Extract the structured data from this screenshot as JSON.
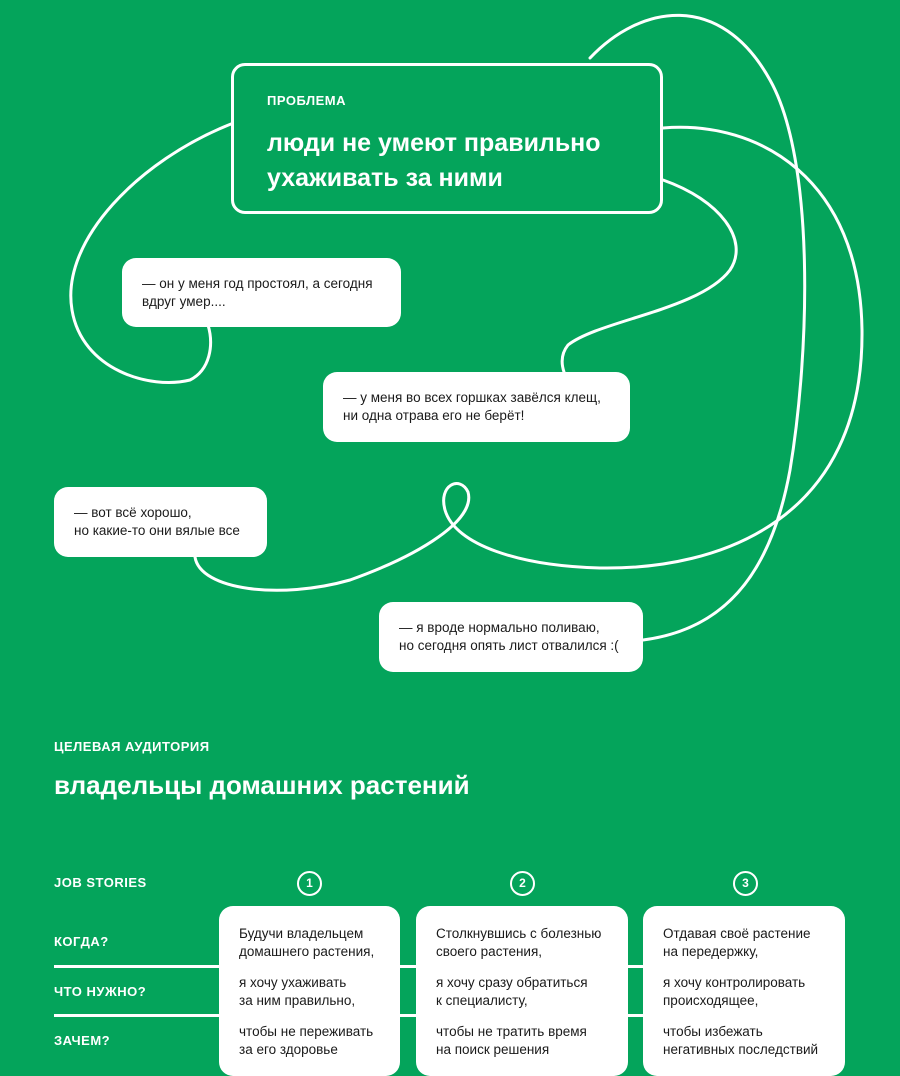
{
  "problem": {
    "label": "ПРОБЛЕМА",
    "text": "люди не умеют правильно ухаживать за ними"
  },
  "quotes": [
    "— он у меня год простоял, а сегодня\nвдруг умер....",
    "— у меня во всех горшках завёлся клещ,\nни одна отрава его не берёт!",
    "— вот всё хорошо,\nно какие-то они вялые все",
    "— я вроде нормально поливаю,\nно сегодня опять лист отвалился :("
  ],
  "audience": {
    "label": "ЦЕЛЕВАЯ АУДИТОРИЯ",
    "title": "владельцы домашних растений"
  },
  "job_stories": {
    "label": "JOB STORIES",
    "rows": [
      "КОГДА?",
      "ЧТО НУЖНО?",
      "ЗАЧЕМ?"
    ],
    "columns": [
      {
        "number": "1",
        "when": "Будучи владельцем\nдомашнего растения,",
        "need": "я хочу ухаживать\nза ним правильно,",
        "why": "чтобы не переживать\nза его здоровье"
      },
      {
        "number": "2",
        "when": "Столкнувшись с болезнью\nсвоего растения,",
        "need": "я хочу сразу обратиться\nк специалисту,",
        "why": "чтобы не тратить время\nна поиск решения"
      },
      {
        "number": "3",
        "when": "Отдавая своё растение\nна передержку,",
        "need": "я хочу контролировать\nпроисходящее,",
        "why": "чтобы избежать\nнегативных последствий"
      }
    ]
  },
  "colors": {
    "background": "#04A45B",
    "foreground": "#FFFFFF",
    "text_dark": "#1A1A1A"
  }
}
